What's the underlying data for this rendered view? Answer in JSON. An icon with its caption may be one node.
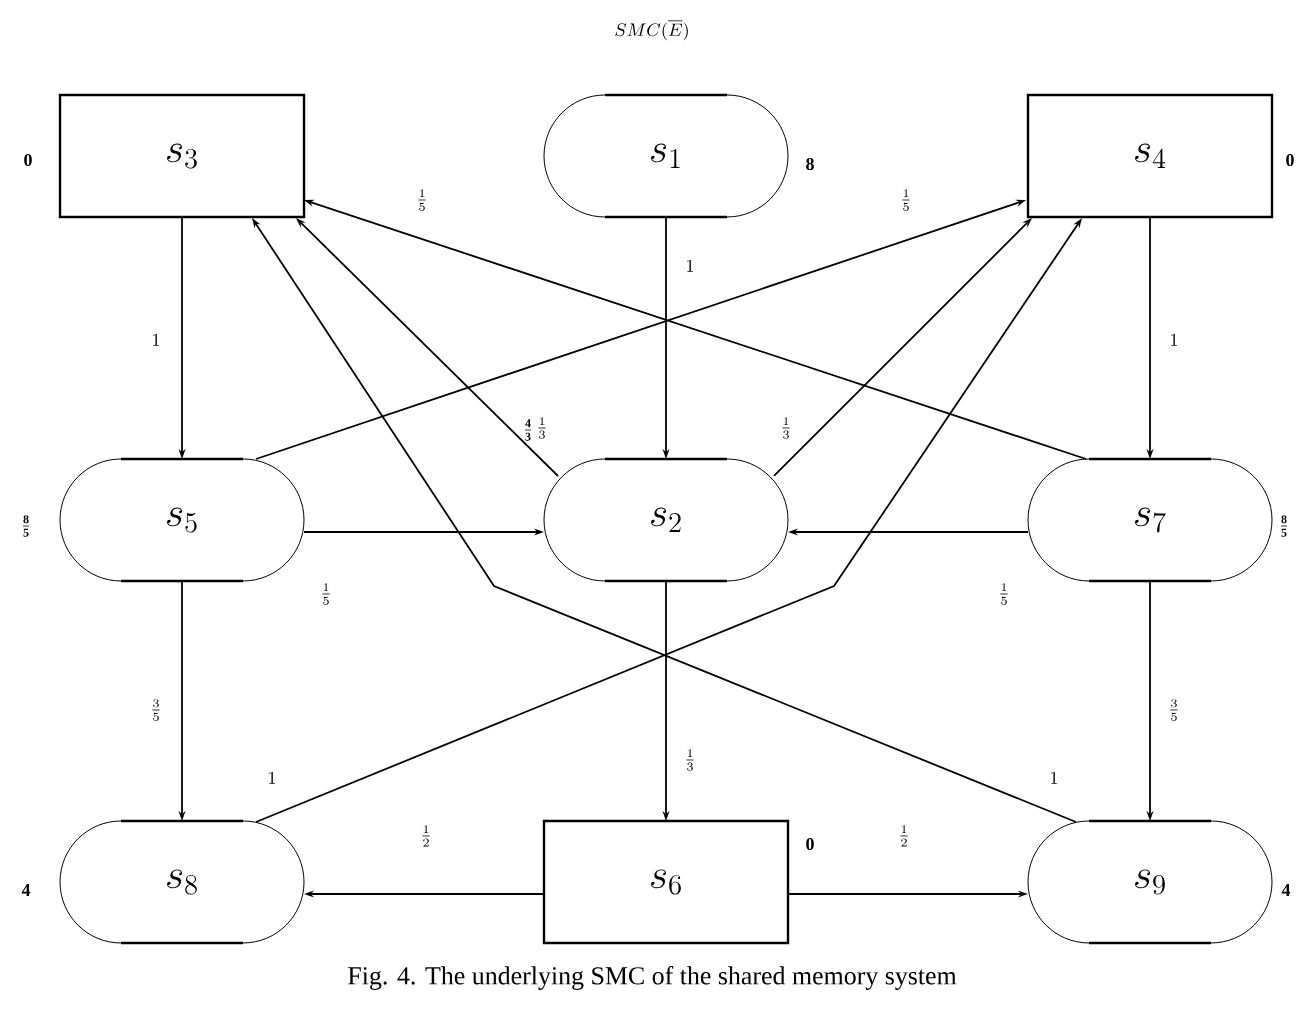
{
  "diagram": {
    "title": "SMC(\\overline{E})",
    "caption": "Fig. 4. The underlying SMC of the shared memory system",
    "nodes": [
      {
        "text": [
          "s_3"
        ],
        "beside": [
          "\\mathbf{0}"
        ]
      },
      {
        "text": [
          "s_1"
        ],
        "beside": [
          "\\mathbf{8}"
        ]
      },
      {
        "text": [
          "s_4"
        ],
        "beside": [
          "\\mathbf{0}"
        ]
      },
      {
        "text": [
          "s_5"
        ],
        "beside": [
          "\\mathbf{\\frac{8}{5}}"
        ]
      },
      {
        "text": [
          "s_2"
        ],
        "beside": [
          "\\mathbf{\\frac{4}{3}}"
        ]
      },
      {
        "text": [
          "s_7"
        ],
        "beside": [
          "\\mathbf{\\frac{8}{5}}"
        ]
      },
      {
        "text": [
          "s_8"
        ],
        "beside": [
          "\\mathbf{4}"
        ]
      },
      {
        "text": [
          "s_6"
        ],
        "beside": [
          "\\mathbf{0}"
        ]
      },
      {
        "text": [
          "s_9"
        ],
        "beside": [
          "\\mathbf{4}"
        ]
      }
    ],
    "edges": [
      {
        "from": 1,
        "to": 4,
        "arrow": "to",
        "label": "1"
      },
      {
        "from": 0,
        "to": 3,
        "arrow": "to",
        "label": "1"
      },
      {
        "from": 2,
        "to": 5,
        "arrow": "to",
        "label": "1"
      },
      {
        "from": 5,
        "to": 0,
        "arrow": "to",
        "label": "\\frac{1}{5}"
      },
      {
        "from": 3,
        "to": 2,
        "arrow": "to",
        "label": "\\frac{1}{5}"
      },
      {
        "from": 4,
        "to": 0,
        "arrow": "to",
        "label": "\\frac{1}{3}"
      },
      {
        "from": 4,
        "to": 2,
        "arrow": "to",
        "label": "\\frac{1}{3}"
      },
      {
        "from": 3,
        "to": 4,
        "arrow": "to",
        "label": "\\frac{1}{5}"
      },
      {
        "from": 5,
        "to": 4,
        "arrow": "to",
        "label": "\\frac{1}{5}"
      },
      {
        "from": 3,
        "to": 6,
        "arrow": "to",
        "label": "\\frac{3}{5}"
      },
      {
        "from": 5,
        "to": 8,
        "arrow": "to",
        "label": "\\frac{3}{5}"
      },
      {
        "from": 4,
        "to": 7,
        "arrow": "to",
        "label": "\\frac{1}{3}"
      },
      {
        "from": 6,
        "to": 2,
        "arrow": "to",
        "label": "1"
      },
      {
        "from": 8,
        "to": 0,
        "arrow": "to",
        "label": "1"
      },
      {
        "from": 7,
        "to": 6,
        "arrow": "to",
        "label": "\\frac{1}{2}"
      },
      {
        "from": 7,
        "to": 8,
        "arrow": "to",
        "label": "\\frac{1}{2}"
      }
    ]
  }
}
